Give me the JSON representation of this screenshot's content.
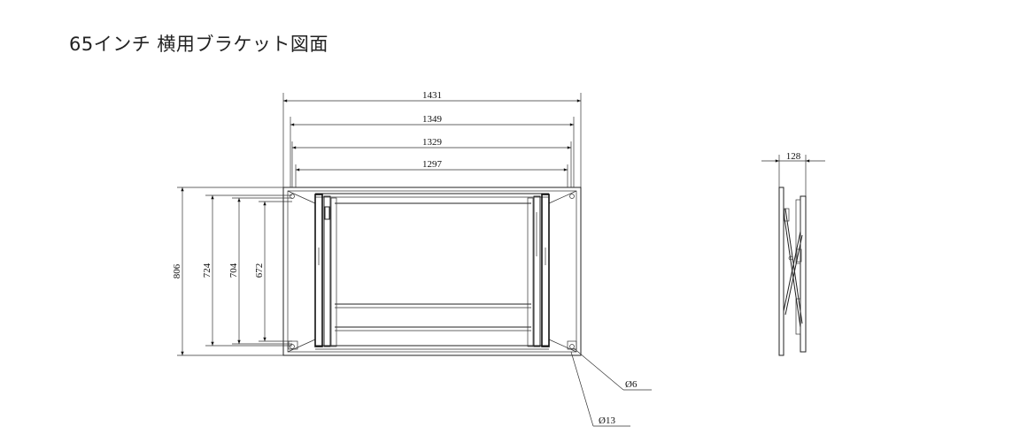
{
  "title": "65インチ  横用ブラケット図面",
  "dimensions": {
    "width_outer": "1431",
    "width_2": "1349",
    "width_3": "1329",
    "width_4": "1297",
    "height_outer": "806",
    "height_2": "724",
    "height_3": "704",
    "height_4": "672",
    "depth": "128",
    "hole_small": "Ø6",
    "hole_large": "Ø13"
  },
  "colors": {
    "line": "#222222",
    "text": "#111111",
    "background": "#ffffff"
  }
}
